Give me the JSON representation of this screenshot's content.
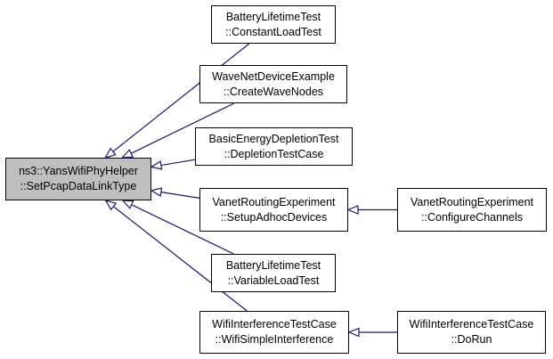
{
  "diagram": {
    "colors": {
      "edge": "#191970",
      "focus_fill": "#bfbfbf",
      "node_border": "#000000"
    },
    "nodes": [
      {
        "id": "focus",
        "lines": [
          "ns3::YansWifiPhyHelper",
          "::SetPcapDataLinkType"
        ]
      },
      {
        "id": "battery-constant",
        "lines": [
          "BatteryLifetimeTest",
          "::ConstantLoadTest"
        ]
      },
      {
        "id": "wave-create",
        "lines": [
          "WaveNetDeviceExample",
          "::CreateWaveNodes"
        ]
      },
      {
        "id": "energy-depletion",
        "lines": [
          "BasicEnergyDepletionTest",
          "::DepletionTestCase"
        ]
      },
      {
        "id": "vanet-setup",
        "lines": [
          "VanetRoutingExperiment",
          "::SetupAdhocDevices"
        ]
      },
      {
        "id": "battery-variable",
        "lines": [
          "BatteryLifetimeTest",
          "::VariableLoadTest"
        ]
      },
      {
        "id": "wifi-simple",
        "lines": [
          "WifiInterferenceTestCase",
          "::WifiSimpleInterference"
        ]
      },
      {
        "id": "vanet-configure",
        "lines": [
          "VanetRoutingExperiment",
          "::ConfigureChannels"
        ]
      },
      {
        "id": "wifi-dorun",
        "lines": [
          "WifiInterferenceTestCase",
          "::DoRun"
        ]
      }
    ],
    "edges": [
      {
        "from": "battery-constant",
        "to": "focus"
      },
      {
        "from": "wave-create",
        "to": "focus"
      },
      {
        "from": "energy-depletion",
        "to": "focus"
      },
      {
        "from": "vanet-setup",
        "to": "focus"
      },
      {
        "from": "battery-variable",
        "to": "focus"
      },
      {
        "from": "wifi-simple",
        "to": "focus"
      },
      {
        "from": "vanet-configure",
        "to": "vanet-setup"
      },
      {
        "from": "wifi-dorun",
        "to": "wifi-simple"
      }
    ]
  }
}
